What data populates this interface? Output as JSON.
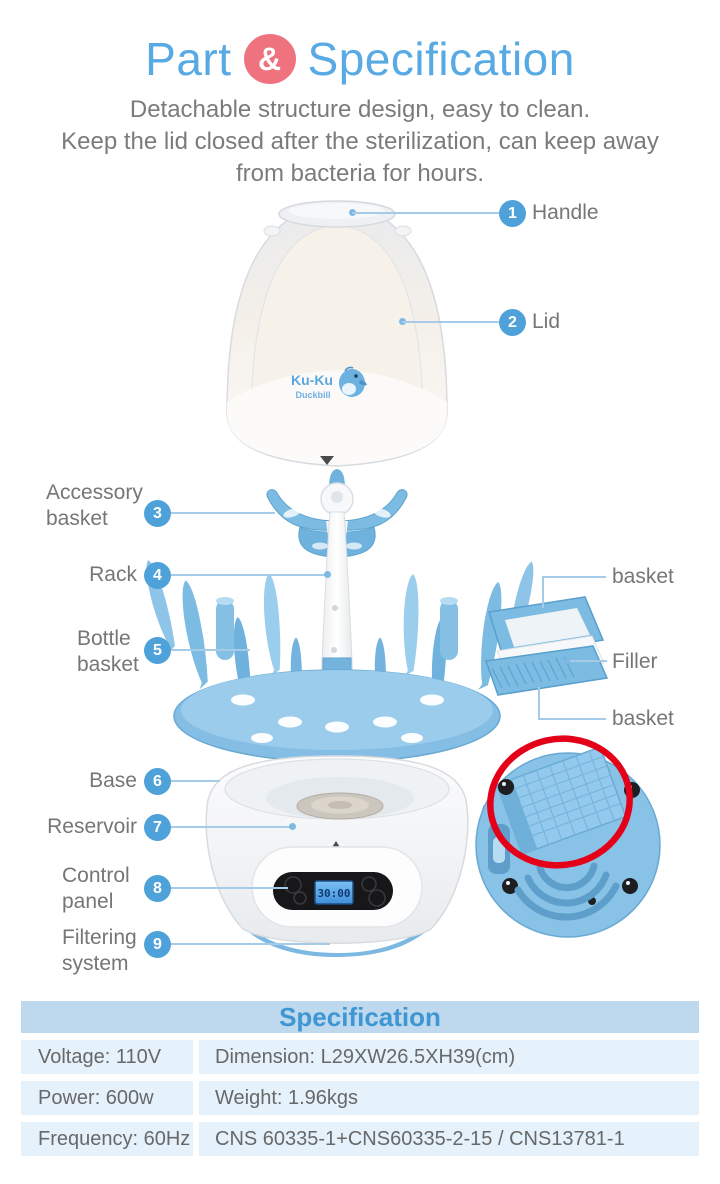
{
  "title": {
    "part": "Part",
    "ampersand": "&",
    "specification": "Specification"
  },
  "subtitle": {
    "line1": "Detachable structure design, easy to clean.",
    "line2": "Keep the lid closed after the sterilization, can keep away",
    "line3": "from bacteria for hours."
  },
  "callouts": [
    {
      "num": "1",
      "label": "Handle"
    },
    {
      "num": "2",
      "label": "Lid"
    },
    {
      "num": "3",
      "label": "Accessory\nbasket"
    },
    {
      "num": "4",
      "label": "Rack"
    },
    {
      "num": "5",
      "label": "Bottle\nbasket"
    },
    {
      "num": "6",
      "label": "Base"
    },
    {
      "num": "7",
      "label": "Reservoir"
    },
    {
      "num": "8",
      "label": "Control\npanel"
    },
    {
      "num": "9",
      "label": "Filtering\nsystem"
    }
  ],
  "filter_callouts": {
    "top": "basket",
    "middle": "Filler",
    "bottom": "basket"
  },
  "product": {
    "logo_name": "Ku-Ku",
    "logo_sub": "Duckbill",
    "lcd_display": "30:00"
  },
  "spec_table": {
    "header": "Specification",
    "rows": [
      {
        "left": "Voltage: 110V",
        "right": "Dimension: L29XW26.5XH39(cm)"
      },
      {
        "left": "Power: 600w",
        "right": "Weight: 1.96kgs"
      },
      {
        "left": "Frequency: 60Hz",
        "right": "CNS 60335-1+CNS60335-2-15 / CNS13781-1"
      }
    ]
  },
  "colors": {
    "accent_blue": "#58aae4",
    "pink": "#ef737f",
    "callout_circle": "#4fa2d9",
    "callout_line": "#a6cbe9",
    "label_gray": "#767676",
    "table_header_bg": "#bed9ee",
    "table_row_bg": "#e6f2fb",
    "table_header_text": "#3e96d3",
    "product_blue": "#7cbbe2",
    "highlight_red": "#e50019"
  }
}
